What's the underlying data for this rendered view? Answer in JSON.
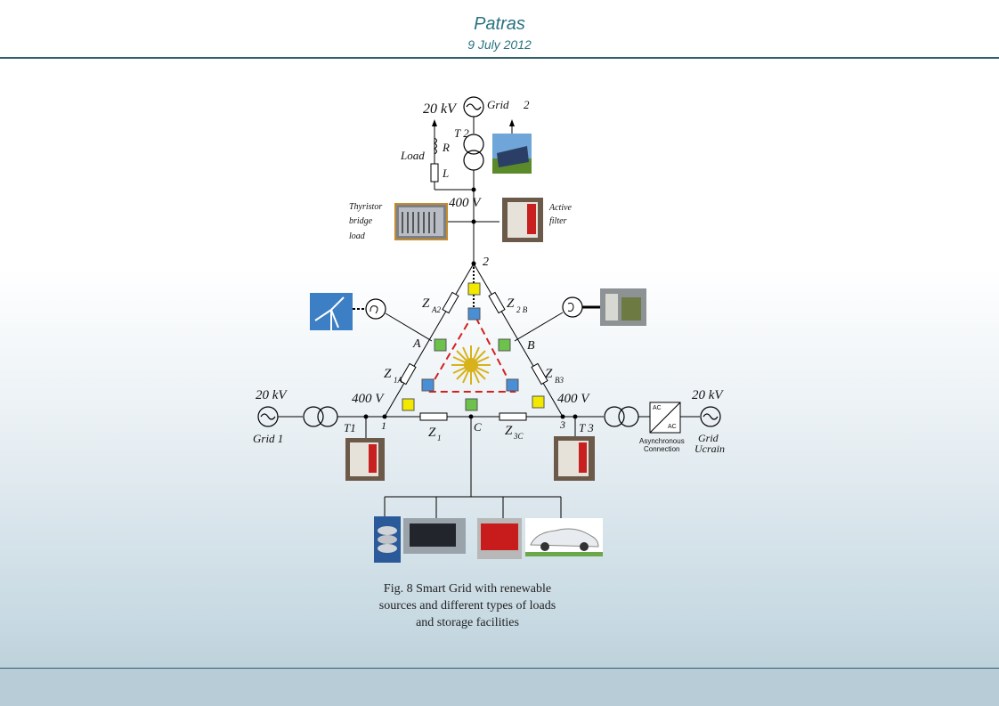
{
  "header": {
    "title": "Patras",
    "date": "9 July 2012"
  },
  "diagram": {
    "labels": {
      "v20_top": "20 kV",
      "grid2": "Grid",
      "grid2_num": "2",
      "t2": "T 2",
      "load": "Load",
      "r": "R",
      "l": "L",
      "v400_top": "400 V",
      "thyristor_1": "Thyristor",
      "thyristor_2": "bridge",
      "thyristor_3": "load",
      "active_1": "Active",
      "active_2": "filter",
      "node2": "2",
      "z2a": "Z",
      "z2a_sub": "A2",
      "z2b": "Z",
      "z2b_sub": "2 B",
      "a": "A",
      "b": "B",
      "z1a": "Z",
      "z1a_sub": "1A",
      "zb3": "Z",
      "zb3_sub": "B3",
      "v20_left": "20 kV",
      "v400_left": "400 V",
      "t1": "T1",
      "node1": "1",
      "grid1": "Grid  1",
      "z1": "Z",
      "z1_sub": "1",
      "c": "C",
      "z3c": "Z",
      "z3c_sub": "3C",
      "node3": "3",
      "t3": "T 3",
      "v400_right": "400 V",
      "v20_right": "20 kV",
      "ac_top": "AC",
      "ac_bottom": "AC",
      "async_1": "Asynchronous",
      "async_2": "Connection",
      "grid_u1": "Grid",
      "grid_u2": "Ucrain"
    },
    "caption_lines": [
      "Fig. 8 Smart Grid with renewable",
      "sources and different types of loads",
      "and storage facilities"
    ],
    "colors": {
      "header_text": "#2a7283",
      "rule": "#2e5f6e",
      "dashed_triangle": "#d42020",
      "yellow_box": "#f2e800",
      "green_box": "#6cc24a",
      "blue_box": "#4a8fd6",
      "sun": "#d8b21a"
    }
  }
}
